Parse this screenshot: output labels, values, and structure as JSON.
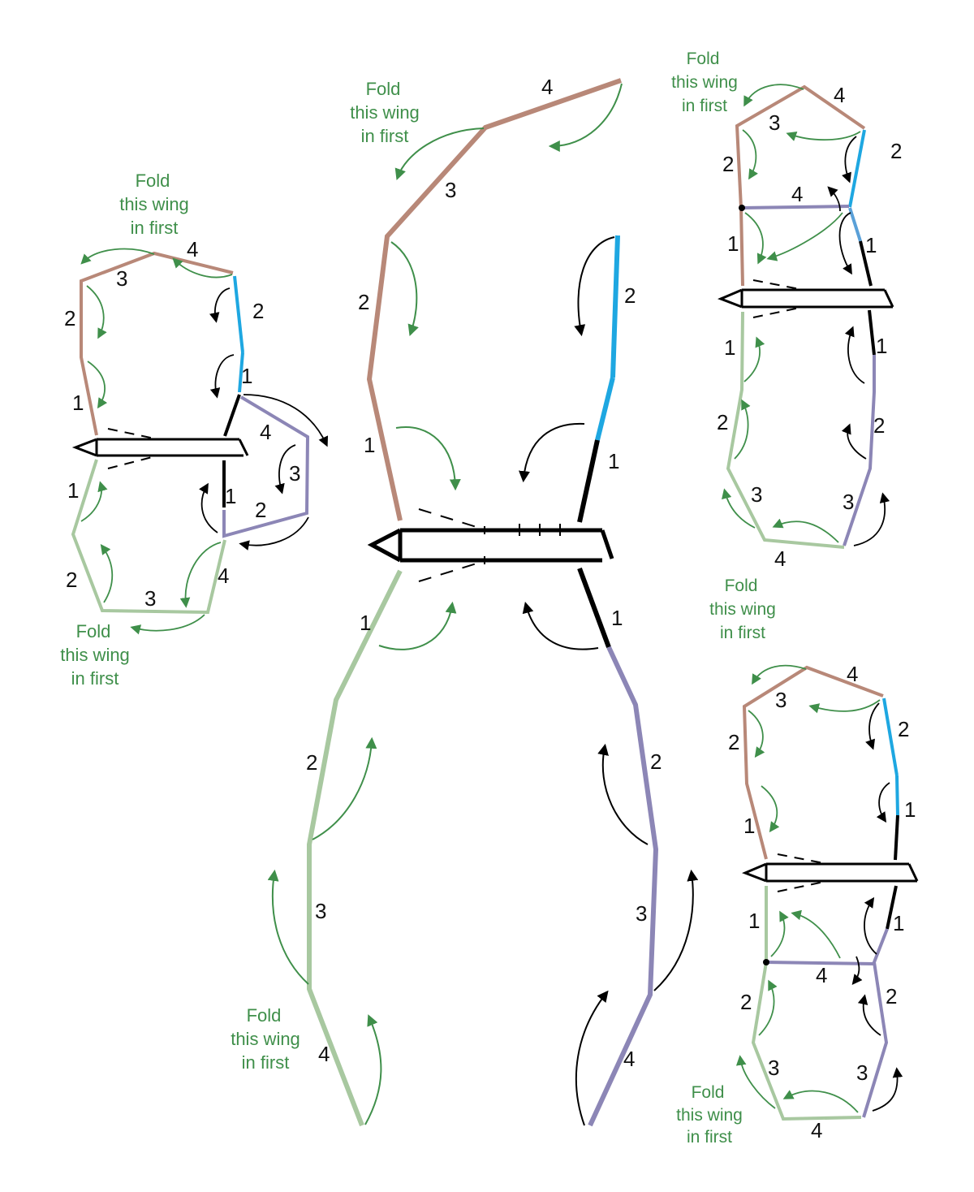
{
  "colors": {
    "brown": "#b88878",
    "blue": "#1ea7e1",
    "light_blue": "#5aa0d8",
    "green": "#a8c8a0",
    "purple": "#8c86b6",
    "black": "#000000",
    "arrow_green": "#3f8f4a",
    "arrow_black": "#000000"
  },
  "note": {
    "line1": "Fold",
    "line2": "this wing",
    "line3": "in first"
  },
  "segment_labels": {
    "s1": "1",
    "s2": "2",
    "s3": "3",
    "s4": "4"
  },
  "panels": [
    "center",
    "left",
    "top-right",
    "bottom-right"
  ]
}
